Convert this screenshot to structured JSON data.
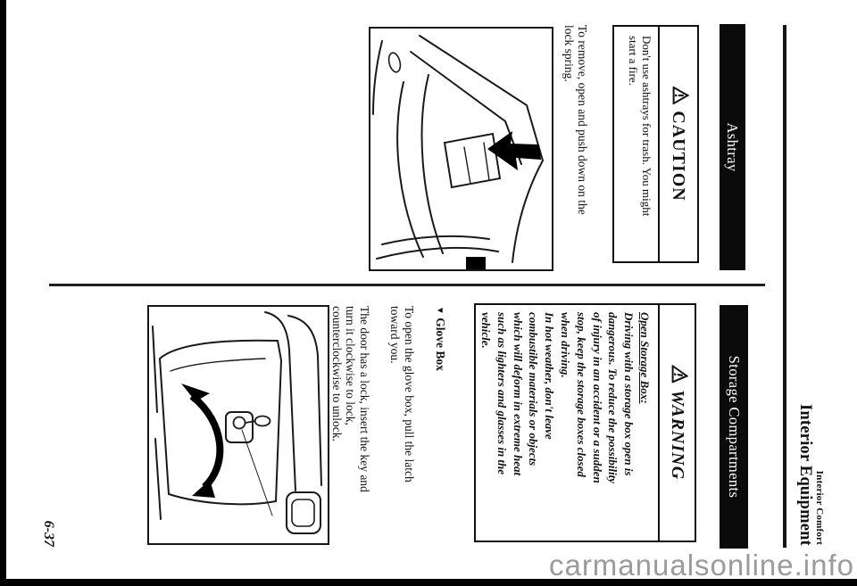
{
  "header": {
    "kicker": "Interior Comfort",
    "title": "Interior Equipment"
  },
  "left_column": {
    "banner": "Ashtray",
    "caution": {
      "title": "CAUTION",
      "lines": [
        "Don't use ashtrays for trash. You might",
        "start a fire."
      ]
    },
    "remove_note": {
      "lines": [
        "To remove, open and push down on the",
        "lock spring."
      ]
    },
    "figure": "ashtray-illustration"
  },
  "right_column": {
    "banner": "Storage Compartments",
    "warning": {
      "title": "WARNING",
      "heading": "Open Storage Box:",
      "lines": [
        "Driving with a storage box open is",
        "dangerous. To reduce the possibility",
        "of injury in an accident or a sudden",
        "stop, keep the storage boxes closed",
        "when driving.",
        "In hot weather, don't leave",
        "combustible materials or objects",
        "which will deform in extreme heat",
        "such as lighters and glasses in the",
        "vehicle."
      ]
    },
    "glove_box": {
      "marker": "▼",
      "heading": "Glove Box",
      "para1": [
        "To open the glove box, pull the latch",
        "toward you."
      ],
      "para2": [
        "The door has a lock, insert the key and",
        "turn it clockwise to lock,",
        "counterclockwise to unlock."
      ]
    },
    "figure": "glove-box-illustration"
  },
  "page_number": "6-37",
  "watermark": "carmanualsonline.info",
  "colors": {
    "ink": "#111111",
    "banner": "#0b0b0b",
    "watermark_gray": "#9b9b9b"
  }
}
